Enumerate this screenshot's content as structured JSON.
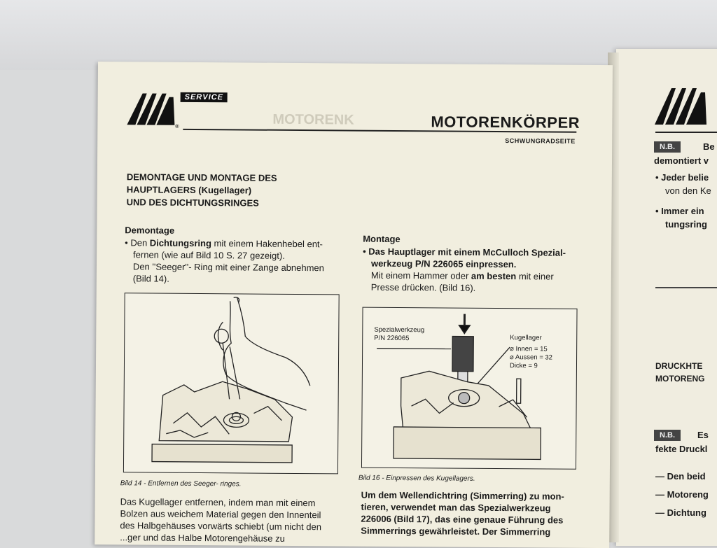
{
  "left_page": {
    "brand_tag": "SERVICE",
    "title": "MOTORENKÖRPER",
    "subtitle": "SCHWUNGRADSEITE",
    "heading_lines": [
      "DEMONTAGE UND MONTAGE DES",
      "HAUPTLAGERS (Kugellager)",
      "UND DES DICHTUNGSRINGES"
    ],
    "demontage": {
      "heading": "Demontage",
      "bullet_prefix": "• Den ",
      "bullet_bold": "Dichtungsring",
      "bullet_rest": " mit einem Hakenhebel ent-",
      "line2": "fernen (wie auf Bild 10 S. 27 gezeigt).",
      "line3": "Den ''Seeger''- Ring mit einer Zange abnehmen",
      "line4": "(Bild 14)."
    },
    "fig14_caption": "Bild 14 - Entfernen des Seeger- ringes.",
    "body_lines": [
      "Das Kugellager entfernen, indem man mit einem",
      "Bolzen aus weichem Material gegen den Innenteil",
      "des Halbgehäuses vorwärts schiebt (um nicht den",
      "...ger und das Halbe Motorengehäuse zu"
    ],
    "montage": {
      "heading": "Montage",
      "bullet_line1": "• Das Hauptlager mit einem McCulloch Spezial-",
      "bullet_line2": "werkzeug P/N 226065 einpressen.",
      "line3_prefix": "Mit einem Hammer oder ",
      "line3_bold": "am besten",
      "line3_suffix": " mit einer",
      "line4": "Presse drücken. (Bild 16)."
    },
    "fig16": {
      "tool_label_1": "Spezialwerkzeug",
      "tool_label_2": "P/N 226065",
      "bearing_label": "Kugellager",
      "innen": "⌀ Innen = 15",
      "aussen": "⌀ Aussen = 32",
      "dicke": "Dicke = 9",
      "caption": "Bild 16 - Einpressen des Kugellagers."
    },
    "right_col_lines": [
      "Um dem Wellendichtring (Simmerring) zu mon-",
      "tieren, verwendet man das Spezialwerkzeug",
      "226006 (Bild 17), das eine genaue Führung des",
      "Simmerrings gewährleistet. Der Simmerring"
    ]
  },
  "right_page": {
    "nb1": "N.B.",
    "nb1_text": "Be",
    "line_demontiert": "demontiert v",
    "bullet1_a": "• Jeder belie",
    "bullet1_b": "von den Ke",
    "bullet2_a": "• Immer ein",
    "bullet2_b": "tungsring",
    "heading_a": "DRUCKHTE",
    "heading_b": "MOTORENG",
    "nb2": "N.B.",
    "nb2_text": "Es",
    "fekte": "fekte Druckl",
    "dash1": "— Den beid",
    "dash2": "— Motoreng",
    "dash3": "— Dichtung"
  },
  "colors": {
    "paper": "#f1eedf",
    "ink": "#1a1a1a",
    "background": "#d9dadb"
  }
}
